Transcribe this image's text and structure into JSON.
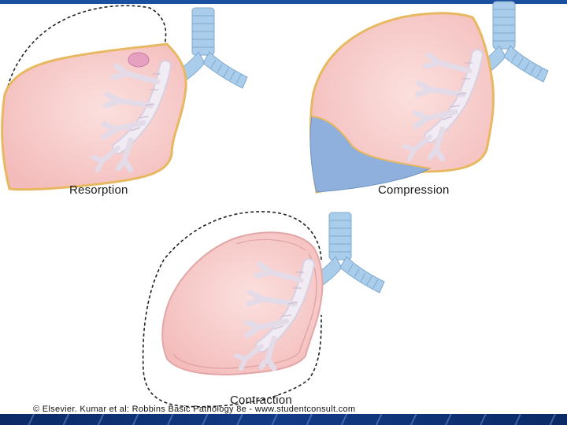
{
  "diagram": {
    "panels": [
      {
        "id": "resorption",
        "label": "Resorption"
      },
      {
        "id": "compression",
        "label": "Compression"
      },
      {
        "id": "contraction",
        "label": "Contraction"
      }
    ],
    "credit": "© Elsevier. Kumar et al: Robbins Basic Pathology 8e - www.studentconsult.com"
  },
  "colors": {
    "lung_fill": "#f6c9c7",
    "lung_outline": "#e8b860",
    "airway_blue": "#a9cdea",
    "bronchi_light": "#ece6ee",
    "effusion_blue": "#8fb0dc",
    "header_bar": "#1b4fa0",
    "footer_bar": "#0b2a66",
    "obstruction": "#e6a0c0"
  }
}
